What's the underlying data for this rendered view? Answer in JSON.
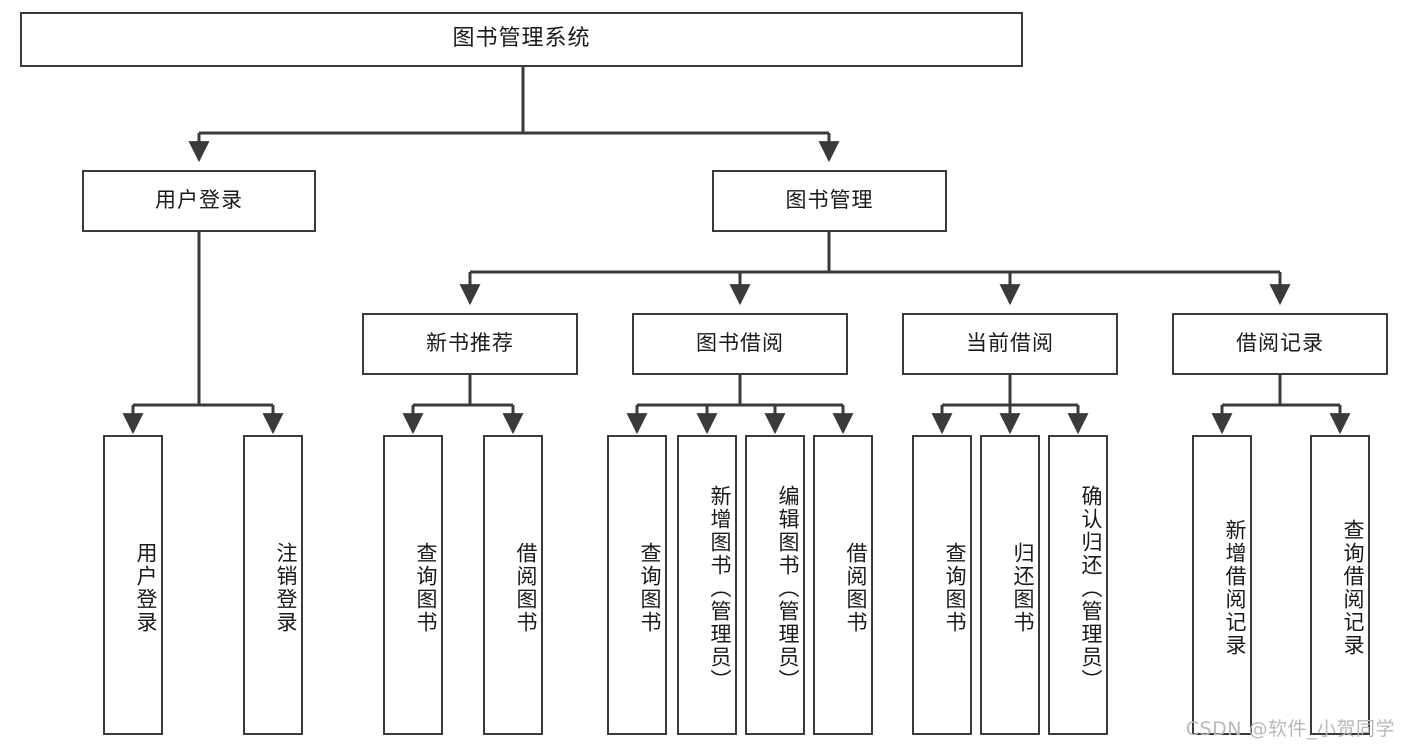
{
  "diagram": {
    "title": "图书管理系统",
    "type": "tree-hierarchy",
    "colors": {
      "stroke": "#3a3a3a",
      "fill": "#ffffff",
      "text": "#1a1a1a",
      "watermark": "#b9b9b9"
    },
    "root": {
      "label": "图书管理系统"
    },
    "level2": [
      {
        "id": "user-login",
        "label": "用户登录"
      },
      {
        "id": "book-manage",
        "label": "图书管理"
      }
    ],
    "level3": [
      {
        "id": "new-book-recommend",
        "label": "新书推荐"
      },
      {
        "id": "book-borrow",
        "label": "图书借阅"
      },
      {
        "id": "current-borrow",
        "label": "当前借阅"
      },
      {
        "id": "borrow-record",
        "label": "借阅记录"
      }
    ],
    "leaves": {
      "user_login": [
        {
          "id": "leaf-user-login",
          "label": "用户登录"
        },
        {
          "id": "leaf-user-logout",
          "label": "注销登录"
        }
      ],
      "new_book_recommend": [
        {
          "id": "leaf-query-book-1",
          "label": "查询图书"
        },
        {
          "id": "leaf-borrow-book-1",
          "label": "借阅图书"
        }
      ],
      "book_borrow": [
        {
          "id": "leaf-query-book-2",
          "label": "查询图书"
        },
        {
          "id": "leaf-add-book",
          "label": "新增图书（管理员）"
        },
        {
          "id": "leaf-edit-book",
          "label": "编辑图书（管理员）"
        },
        {
          "id": "leaf-borrow-book-2",
          "label": "借阅图书"
        }
      ],
      "current_borrow": [
        {
          "id": "leaf-query-book-3",
          "label": "查询图书"
        },
        {
          "id": "leaf-return-book",
          "label": "归还图书"
        },
        {
          "id": "leaf-confirm-return",
          "label": "确认归还（管理员）"
        }
      ],
      "borrow_record": [
        {
          "id": "leaf-add-record",
          "label": "新增借阅记录"
        },
        {
          "id": "leaf-query-record",
          "label": "查询借阅记录"
        }
      ]
    },
    "watermark": "CSDN @软件_小贺同学"
  }
}
